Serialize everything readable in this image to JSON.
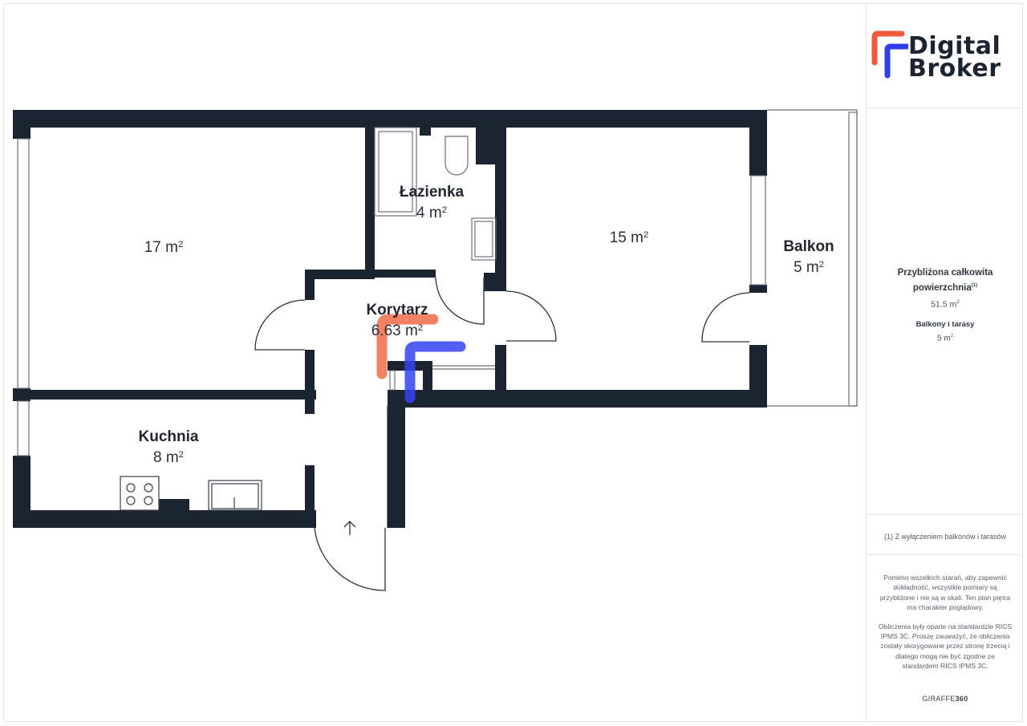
{
  "brand": {
    "line1": "Digital",
    "line2": "Broker",
    "colors": {
      "orange": "#ef5a3a",
      "blue": "#2f3df0",
      "text": "#1c2331"
    }
  },
  "rooms": {
    "room_left": {
      "name": "",
      "area": "17 m",
      "sup": "2"
    },
    "bathroom": {
      "name": "Łazienka",
      "area": "4 m",
      "sup": "2"
    },
    "room_right": {
      "name": "",
      "area": "15 m",
      "sup": "2"
    },
    "balcony": {
      "name": "Balkon",
      "area": "5 m",
      "sup": "2"
    },
    "corridor": {
      "name": "Korytarz",
      "area": "6.63 m",
      "sup": "2"
    },
    "kitchen": {
      "name": "Kuchnia",
      "area": "8 m",
      "sup": "2"
    }
  },
  "summary": {
    "total_title_line1": "Przybliżona całkowita",
    "total_title_line2": "powierzchnia",
    "total_title_sup": "(1)",
    "total_value": "51.5 m",
    "total_value_sup": "2",
    "balconies_title": "Balkony i tarasy",
    "balconies_value": "5 m",
    "balconies_value_sup": "2"
  },
  "footnote": "(1) Z wyłączeniem balkonów i tarasów",
  "disclaimer": {
    "p1": "Pomimo wszelkich starań, aby zapewnić dokładność, wszystkie pomiary są przybliżone i nie są w skali. Ten plan piętra ma charakter poglądowy.",
    "p2": "Obliczenia były oparte na standardzie RICS IPMS 3C. Proszę zauważyć, że obliczenia zostały skorygowane przez stronę trzecią i dlatego mogą nie być zgodne ze standardem RICS IPMS 3C."
  },
  "giraffe": {
    "prefix": "GIRAFFE",
    "suffix": "360"
  },
  "colors": {
    "wall": "#1c2331",
    "fixture": "#6b707a",
    "watermark_orange": "#ef6a4a",
    "watermark_blue": "#3345f0"
  }
}
